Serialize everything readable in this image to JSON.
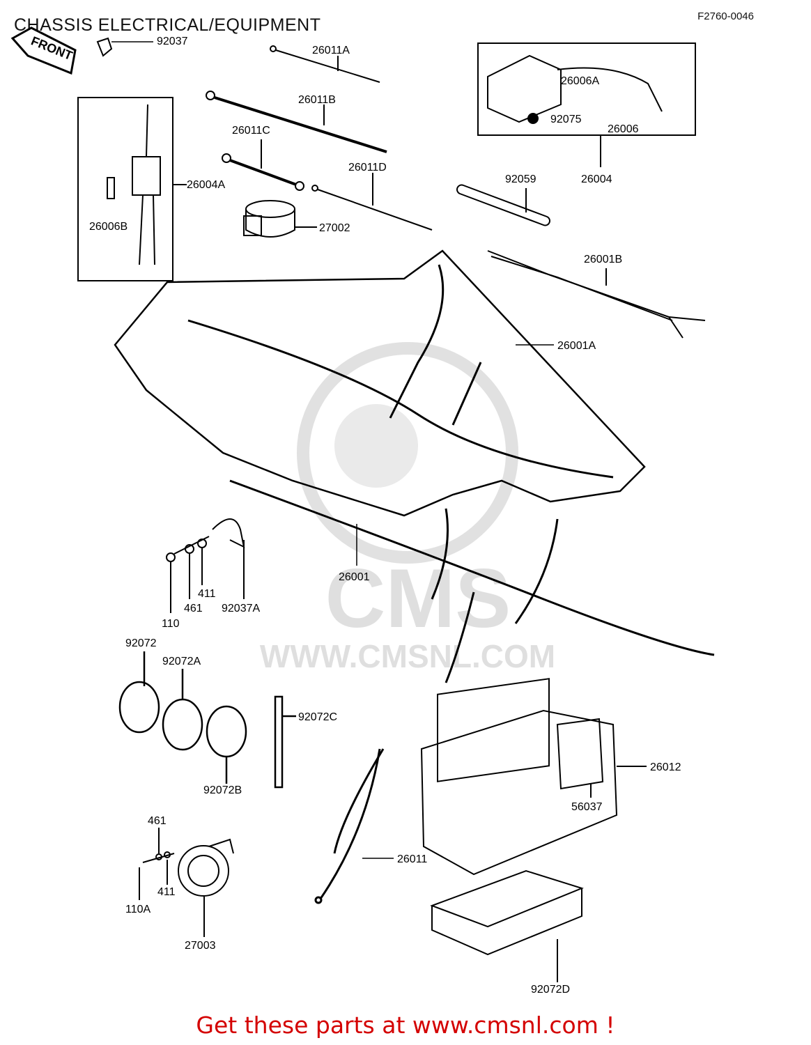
{
  "title": "CHASSIS ELECTRICAL/EQUIPMENT",
  "figure_code": "F2760-0046",
  "front_arrow": "FRONT",
  "watermark": {
    "site": "WWW.CMSNL.COM",
    "logo_text": "CMS"
  },
  "parts": [
    "92037",
    "26011A",
    "26011B",
    "26011C",
    "26011D",
    "26004A",
    "26006B",
    "27002",
    "26006A",
    "92075",
    "26006",
    "26004",
    "92059",
    "26001B",
    "26001A",
    "26001",
    "411",
    "461",
    "110",
    "92037A",
    "92072",
    "92072A",
    "92072B",
    "92072C",
    "26012",
    "56037",
    "26011",
    "461",
    "411",
    "110A",
    "27003",
    "92072D"
  ],
  "footer": "Get these parts at www.cmsnl.com !",
  "colors": {
    "footer": "#d40000",
    "line": "#000000",
    "watermark": "#d9d9d9"
  }
}
